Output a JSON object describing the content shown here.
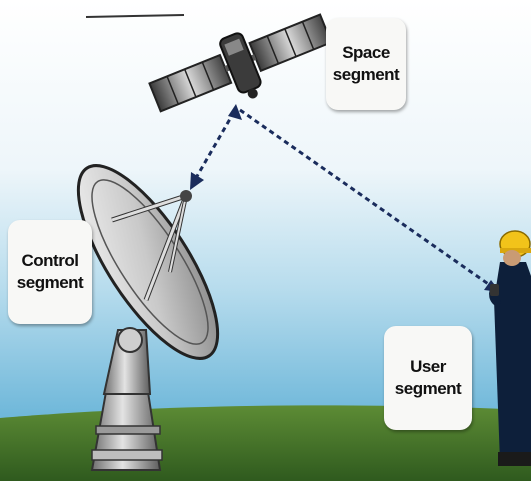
{
  "labels": {
    "space": [
      "Space",
      "segment"
    ],
    "control": [
      "Control",
      "segment"
    ],
    "user": [
      "User",
      "segment"
    ]
  },
  "colors": {
    "sky_top": "#ffffff",
    "sky_mid": "#bfe0ef",
    "sky_bottom": "#4fa9d2",
    "ground": "#4a7a2c",
    "signal": "#1a2c5c",
    "helmet": "#f2c31a",
    "worker": "#0d1f3a"
  },
  "icons": [
    "satellite-icon",
    "dish-antenna-icon",
    "worker-icon"
  ]
}
